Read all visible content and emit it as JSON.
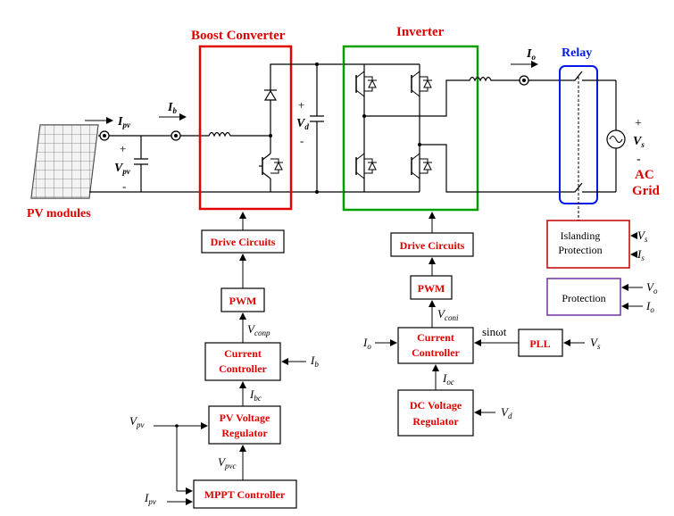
{
  "titles": {
    "boost": "Boost Converter",
    "inverter": "Inverter",
    "relay": "Relay",
    "pv": "PV modules",
    "ac_grid_1": "AC",
    "ac_grid_2": "Grid"
  },
  "blocks": {
    "drive1": "Drive Circuits",
    "drive2": "Drive Circuits",
    "pwm1": "PWM",
    "pwm2": "PWM",
    "cc1_a": "Current",
    "cc1_b": "Controller",
    "cc2_a": "Current",
    "cc2_b": "Controller",
    "pvvr_a": "PV Voltage",
    "pvvr_b": "Regulator",
    "mppt": "MPPT Controller",
    "dcvr_a": "DC Voltage",
    "dcvr_b": "Regulator",
    "pll": "PLL",
    "isl_a": "Islanding",
    "isl_b": "Protection",
    "prot": "Protection"
  },
  "signals": {
    "ipv": "I",
    "ipv_sub": "pv",
    "ib": "I",
    "ib_sub": "b",
    "vpv": "V",
    "vpv_sub": "pv",
    "vd": "V",
    "vd_sub": "d",
    "io": "I",
    "io_sub": "o",
    "vs": "V",
    "vs_sub": "s",
    "vconp": "V",
    "vconp_sub": "conp",
    "ib2": "I",
    "ib2_sub": "b",
    "ibc": "I",
    "ibc_sub": "bc",
    "vpv2": "V",
    "vpv2_sub": "pv",
    "vpvc": "V",
    "vpvc_sub": "pvc",
    "ipv2": "I",
    "ipv2_sub": "pv",
    "vconi": "V",
    "vconi_sub": "coni",
    "io2": "I",
    "io2_sub": "o",
    "sinwt": "sinωt",
    "vs2": "V",
    "vs2_sub": "s",
    "ioc": "I",
    "ioc_sub": "oc",
    "vd2": "V",
    "vd2_sub": "d",
    "vs3": "V",
    "vs3_sub": "s",
    "is3": "I",
    "is3_sub": "s",
    "vo3": "V",
    "vo3_sub": "o",
    "io3": "I",
    "io3_sub": "o",
    "plus": "+",
    "minus": "-"
  },
  "colors": {
    "boost_frame": "#e00000",
    "inverter_frame": "#00a000",
    "relay_frame": "#0018e8",
    "protection_frame": "#7030a0",
    "islanding_frame": "#c00000"
  }
}
